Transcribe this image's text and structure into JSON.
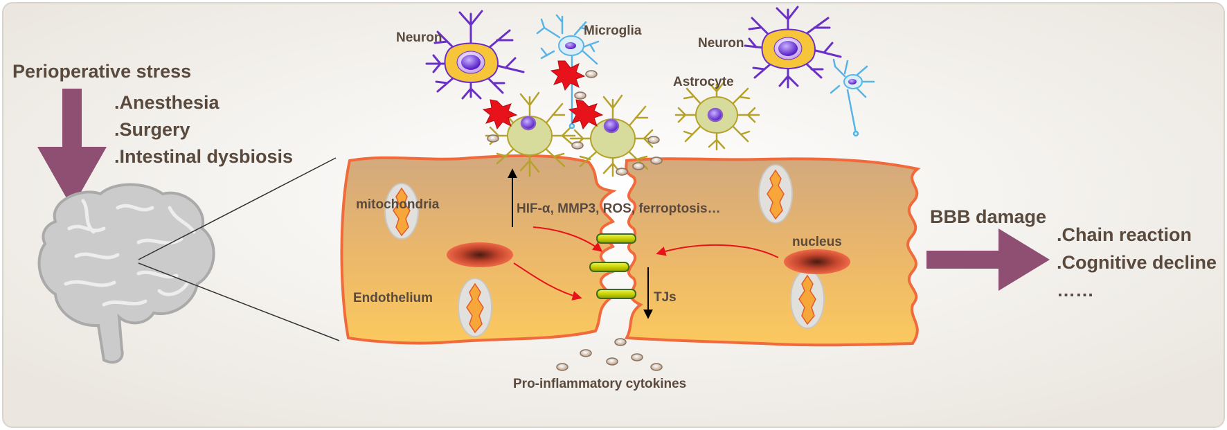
{
  "stress": {
    "title": "Perioperative stress",
    "items": [
      ".Anesthesia",
      ".Surgery",
      ".Intestinal dysbiosis",
      "……"
    ]
  },
  "cells": {
    "neuron_left": "Neuron",
    "microglia": "Microglia",
    "neuron_right": "Neuron",
    "astrocyte": "Astrocyte"
  },
  "endothelium": {
    "mitochondria": "mitochondria",
    "nucleus": "nucleus",
    "endothelium": "Endothelium",
    "mediators": "HIF-α, MMP3, ROS, ferroptosis…",
    "tjs": "TJs",
    "cytokines": "Pro-inflammatory cytokines"
  },
  "outcome": {
    "title": "BBB damage",
    "items": [
      ".Chain reaction",
      ".Cognitive decline",
      "……"
    ]
  },
  "colors": {
    "arrow_purple": "#8e4f73",
    "cell_border": "#f06a3c",
    "neuron": "#6a2fc4",
    "microglia": "#56b4e6",
    "astrocyte": "#b5a22a",
    "damage_star": "#e8121a",
    "tight_junction": "#c9d300"
  }
}
